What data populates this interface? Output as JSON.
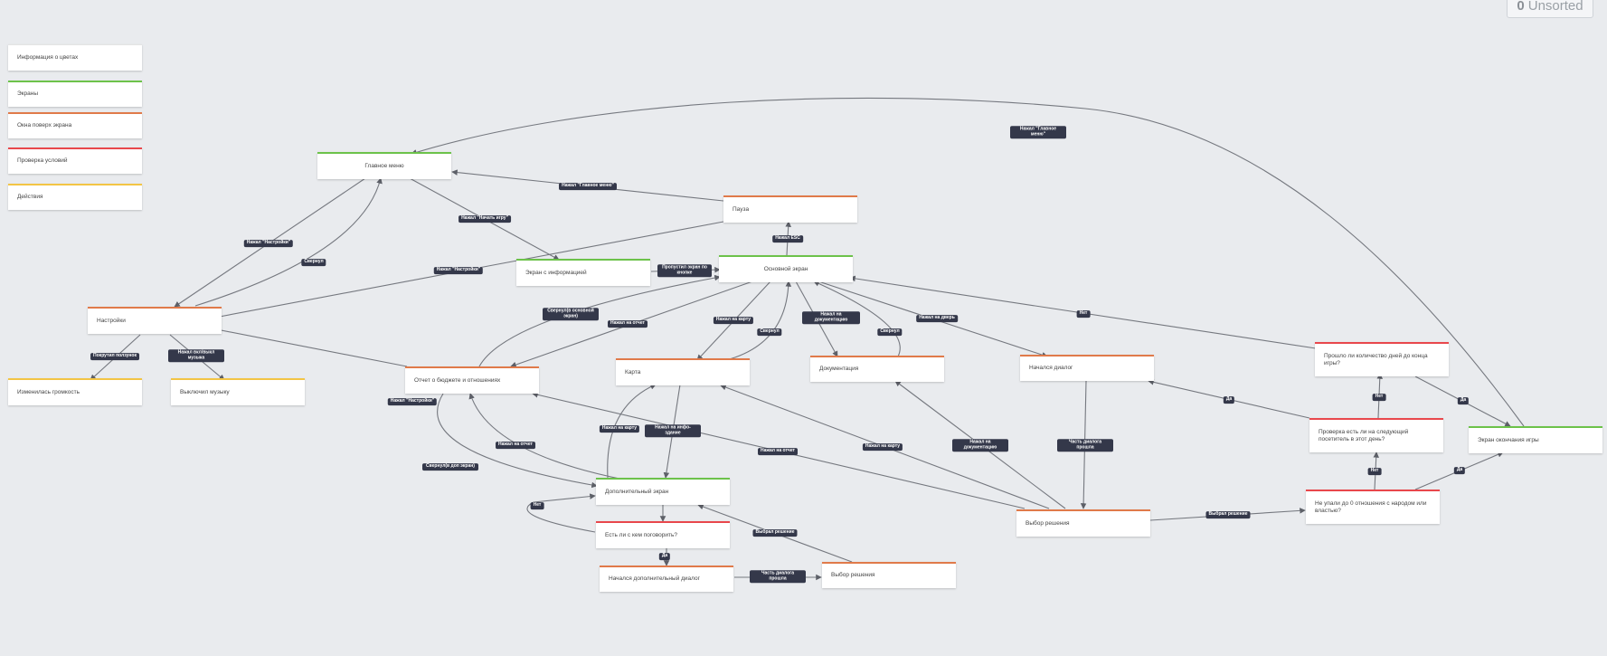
{
  "unsorted": {
    "count": "0",
    "label": "Unsorted"
  },
  "legend": [
    {
      "label": "Информация о цветах",
      "color": "plain"
    },
    {
      "label": "Экраны",
      "color": "green"
    },
    {
      "label": "Окна поверх экрана",
      "color": "orange"
    },
    {
      "label": "Проверка условий",
      "color": "red"
    },
    {
      "label": "Действия",
      "color": "yellow"
    }
  ],
  "nodes": {
    "main_menu": {
      "label": "Главное меню",
      "color": "green"
    },
    "pause": {
      "label": "Пауза",
      "color": "orange"
    },
    "info_screen": {
      "label": "Экран с информацией",
      "color": "green"
    },
    "base_screen": {
      "label": "Основной экран",
      "color": "green"
    },
    "settings": {
      "label": "Настройки",
      "color": "orange"
    },
    "volume_changed": {
      "label": "Изменилась громкость",
      "color": "yellow"
    },
    "music_off": {
      "label": "Выключил музыку",
      "color": "yellow"
    },
    "budget_report": {
      "label": "Отчет о бюджете и отношениях",
      "color": "orange"
    },
    "map": {
      "label": "Карта",
      "color": "orange"
    },
    "docs": {
      "label": "Документация",
      "color": "orange"
    },
    "dialog_started": {
      "label": "Начался диалог",
      "color": "orange"
    },
    "days_passed": {
      "label": "Прошло ли количество дней до конца игры?",
      "color": "red"
    },
    "check_visitors": {
      "label": "Проверка есть ли на следующий посетитель в этот день?",
      "color": "red"
    },
    "end_screen": {
      "label": "Экран окончания игры",
      "color": "green"
    },
    "relations_zero": {
      "label": "Не упали до 0 отношения с народом или властью?",
      "color": "red"
    },
    "decision_main": {
      "label": "Выбор решения",
      "color": "orange"
    },
    "extra_screen": {
      "label": "Дополнительный экран",
      "color": "green"
    },
    "can_talk": {
      "label": "Есть ли с кем поговорить?",
      "color": "red"
    },
    "extra_dialog": {
      "label": "Начался дополнительный диалог",
      "color": "orange"
    },
    "decision_extra": {
      "label": "Выбор решения",
      "color": "orange"
    }
  },
  "edge_labels": {
    "to_main_menu_from_pause": "Нажал \"Главное меню\"",
    "start_game": "Нажал \"Начать игру\"",
    "main_settings": "Нажал \"Настройки\"",
    "collapse_settings": "Свернул",
    "pause_settings": "Нажал \"Настройки\"",
    "esc": "Нажал ESC",
    "skip_info": "Пропустил экран по кнопке",
    "to_main_menu_end": "Нажал \"Главное меню\"",
    "volume": "Покрутил ползунок",
    "music": "Нажал вкл/выкл музыка",
    "collapse_to_base": "Свернул(в основной экран)",
    "report_from_base": "Нажал на отчет",
    "map_from_base": "Нажал на карту",
    "collapse_map": "Свернул",
    "docs_from_base": "Нажал на документацию",
    "collapse_docs": "Свернул",
    "door": "Нажал на дверь",
    "no_days": "Нет",
    "report_settings": "Нажал \"Настройки\"",
    "extra_report": "Нажал на отчет",
    "collapse_extra": "Свернул(в доп экран)",
    "extra_map": "Нажал на карту",
    "info_building": "Нажал на инфо-здание",
    "decision_report": "Нажал на отчет",
    "decision_map": "Нажал на карту",
    "decision_docs": "Нажал на документацию",
    "dialog_passed": "Часть диалога прошла",
    "yes_visitors": "Да",
    "no_visitors": "Нет",
    "yes_days": "Да",
    "made_decision": "Выбрал решение",
    "no_relations": "Нет",
    "yes_relations": "Да",
    "no_talk": "Нет",
    "yes_talk": "Да",
    "extra_dialog_passed": "Часть диалога прошла",
    "extra_decision_made": "Выбрал решение"
  },
  "colors": {
    "background": "#e9ebee",
    "green": "#6cc24a",
    "orange": "#e07a4a",
    "red": "#e8474c",
    "yellow": "#f3c545",
    "edge": "#6b6e75",
    "label_bg": "#34384a"
  }
}
